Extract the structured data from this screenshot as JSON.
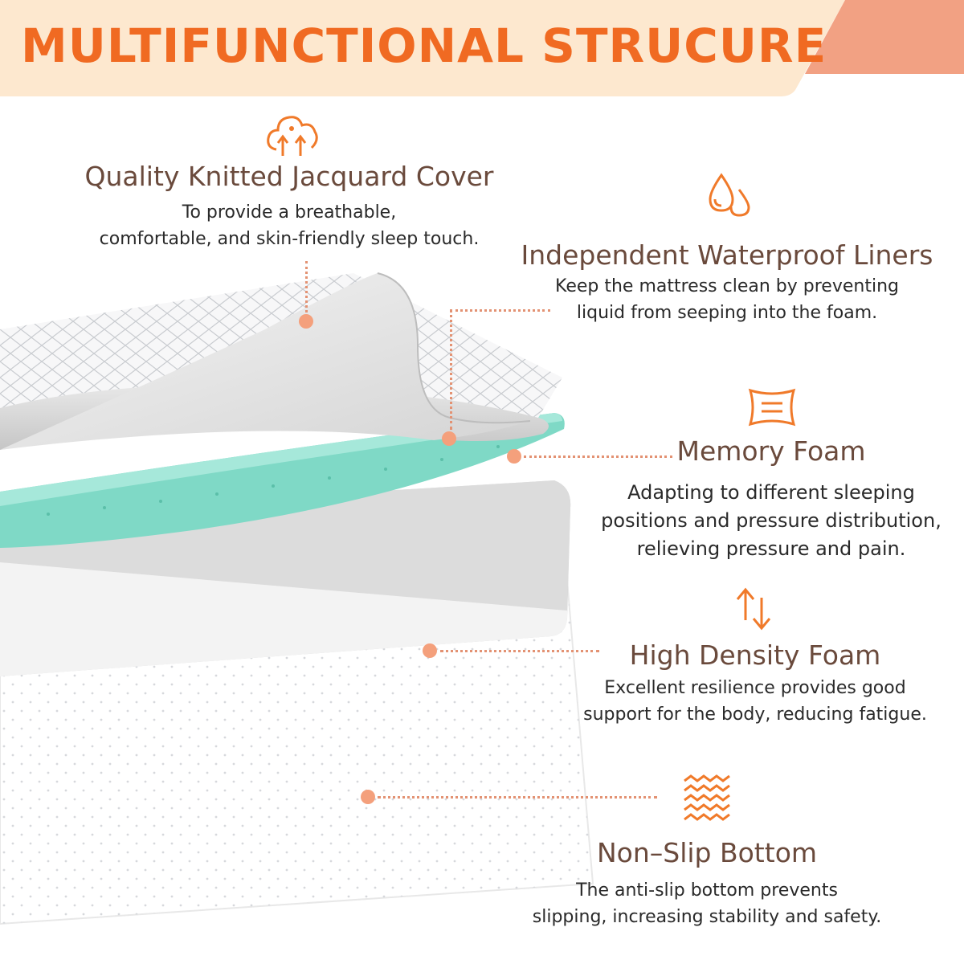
{
  "header": {
    "title": "MULTIFUNCTIONAL STRUCURE"
  },
  "colors": {
    "accent": "#f06a22",
    "banner": "#fde8cf",
    "banner_corner": "#f2a183",
    "label_brown": "#6a4a3c",
    "dot": "#f4a07c",
    "memory_foam": "#7fd9c6"
  },
  "features": [
    {
      "id": "cover",
      "icon": "breathable-cloud-icon",
      "title": "Quality Knitted Jacquard Cover",
      "desc_lines": [
        "To provide a breathable,",
        "comfortable, and skin-friendly sleep touch."
      ]
    },
    {
      "id": "liner",
      "icon": "water-drops-icon",
      "title": "Independent Waterproof Liners",
      "desc_lines": [
        "Keep the mattress clean by preventing",
        "liquid from seeping into the foam."
      ]
    },
    {
      "id": "memory",
      "icon": "pillow-icon",
      "title": "Memory Foam",
      "desc_lines": [
        "Adapting to different sleeping",
        "positions and pressure distribution,",
        "relieving pressure  and pain."
      ]
    },
    {
      "id": "density",
      "icon": "up-down-arrows-icon",
      "title": "High Density Foam",
      "desc_lines": [
        "Excellent resilience provides good",
        "support for the body, reducing fatigue."
      ]
    },
    {
      "id": "nonslip",
      "icon": "zigzag-texture-icon",
      "title": "Non–Slip Bottom",
      "desc_lines": [
        "The anti-slip bottom prevents",
        "slipping, increasing stability and safety."
      ]
    }
  ]
}
